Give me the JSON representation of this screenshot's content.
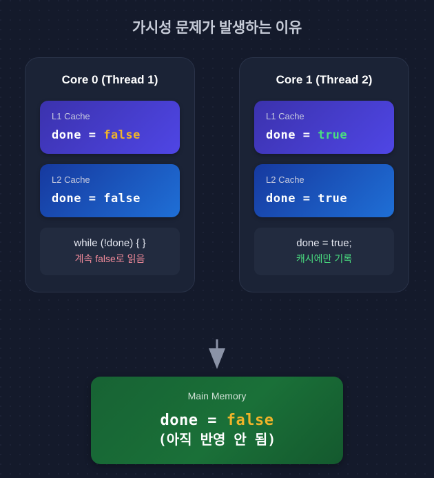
{
  "title": "가시성 문제가 발생하는 이유",
  "colors": {
    "background": "#141a2b",
    "card_background": "#1b2336",
    "card_border": "#2a3349",
    "l1_gradient_from": "#3b32ad",
    "l1_gradient_to": "#4f46e5",
    "l2_gradient_from": "#16399f",
    "l2_gradient_to": "#1f6fd6",
    "memory_green": "#1a7038",
    "value_false": "#f0b429",
    "value_true": "#4ade80",
    "note_red": "#f08a9a",
    "note_green": "#4ade80",
    "title_text": "#c7ccd8",
    "arrow": "#8b93a7"
  },
  "cores": [
    {
      "title": "Core 0 (Thread 1)",
      "caches": [
        {
          "label": "L1 Cache",
          "var": "done",
          "op": "=",
          "value": "false",
          "value_style": "amber"
        },
        {
          "label": "L2 Cache",
          "var": "done",
          "op": "=",
          "value": "false",
          "value_style": "white"
        }
      ],
      "code": {
        "line": "while (!done) { }",
        "note": "계속 false로 읽음",
        "note_style": "red"
      }
    },
    {
      "title": "Core 1 (Thread 2)",
      "caches": [
        {
          "label": "L1 Cache",
          "var": "done",
          "op": "=",
          "value": "true",
          "value_style": "green"
        },
        {
          "label": "L2 Cache",
          "var": "done",
          "op": "=",
          "value": "true",
          "value_style": "white"
        }
      ],
      "code": {
        "line": "done = true;",
        "note": "캐시에만 기록",
        "note_style": "green"
      }
    }
  ],
  "arrow": {
    "icon": "arrow-down-icon",
    "direction": "down"
  },
  "main_memory": {
    "label": "Main Memory",
    "var": "done",
    "op": "=",
    "value": "false",
    "value_style": "amber",
    "note": "(아직 반영 안 됨)"
  }
}
